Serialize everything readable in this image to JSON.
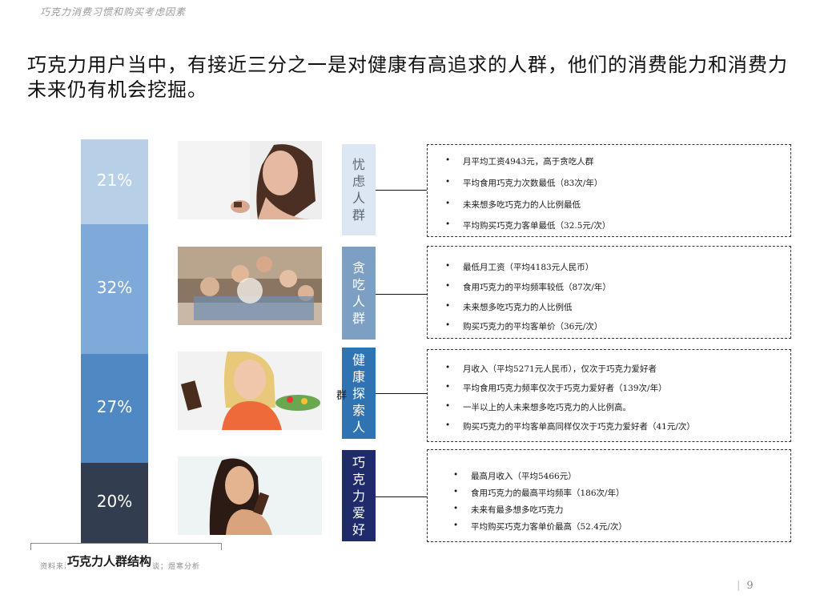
{
  "header": "巧克力消费习惯和购买考虑因素",
  "title": "巧克力用户当中，有接近三分之一是对健康有高追求的人群，他们的消费能力和消费力未来仍有机会挖掘。",
  "colors": {
    "seg1": "#b8cfe8",
    "seg2": "#7ea9d9",
    "seg3": "#4f88c3",
    "seg4": "#323e4f",
    "worried_label": "#dde7f3",
    "foodie_label": "#7d9fc4",
    "health_label": "#2f73b3",
    "lover_label": "#1f2b6b"
  },
  "segments": [
    {
      "pct": "21%",
      "label": [
        "忧",
        "虑",
        "人",
        "群"
      ],
      "bullets": [
        "月平均工资4943元，高于贪吃人群",
        "平均食用巧克力次数最低（83次/年）",
        "未来想多吃巧克力的人比例最低",
        "平均购买巧克力客单最低（32.5元/次）"
      ]
    },
    {
      "pct": "32%",
      "label": [
        "贪",
        "吃",
        "人",
        "群"
      ],
      "bullets": [
        "最低月工资（平均4183元人民币）",
        "食用巧克力的平均频率较低（87次/年）",
        "未来想多吃巧克力的人比例低",
        "购买巧克力的平均客单价（36元/次）"
      ]
    },
    {
      "pct": "27%",
      "label": [
        "健",
        "康",
        "探",
        "索",
        "人"
      ],
      "stray": "群",
      "bullets": [
        "月收入（平均5271元人民币），仅次于巧克力爱好者",
        "平均食用巧克力频率仅次于巧克力爱好者（139次/年）",
        "一半以上的人未来想多吃巧克力的人比例高。",
        "购买巧克力的平均客单高同样仅次于巧克力爱好者（41元/次）"
      ]
    },
    {
      "pct": "20%",
      "label": [
        "巧",
        "克",
        "力",
        "爱",
        "好"
      ],
      "bullets": [
        "最高月收入（平均5466元）",
        "食用巧克力的最高平均频率（186次/年）",
        "未来有最多想多吃巧克力",
        "平均购买巧克力客单价最高（52.4元/次）"
      ]
    }
  ],
  "caption": "巧克力人群结构",
  "source": "资料来源：小组座谈会；专家访谈；煜寒分析",
  "page_number": "9"
}
